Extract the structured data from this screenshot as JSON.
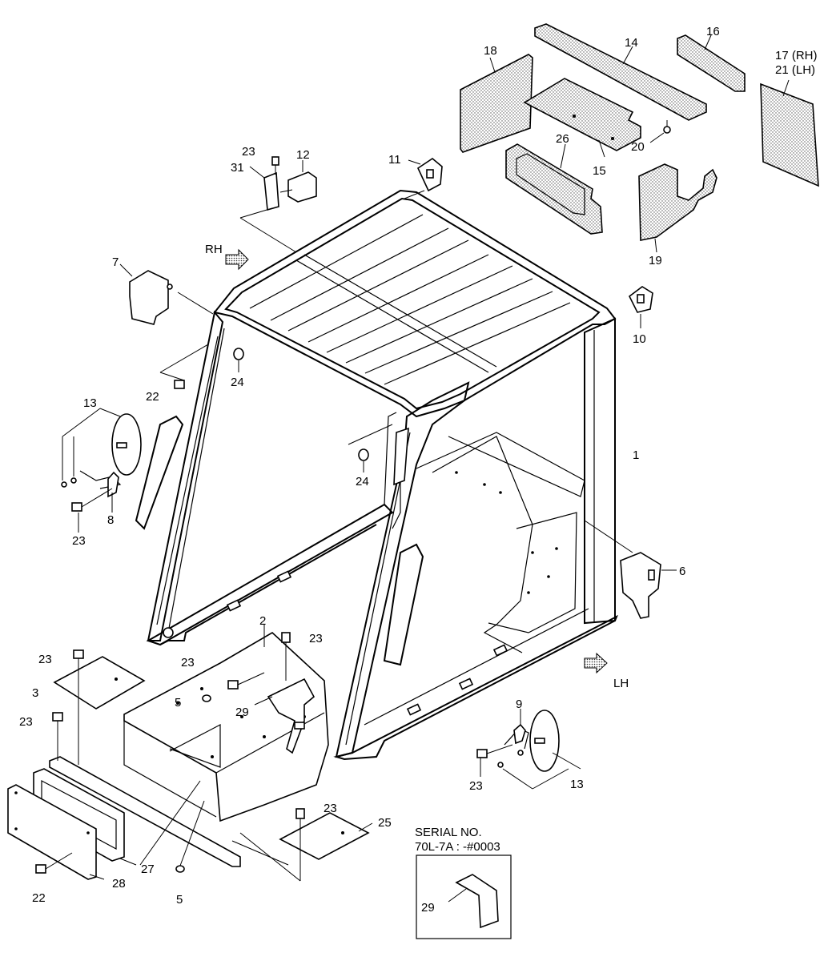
{
  "labels": {
    "p1": "1",
    "p2": "2",
    "p3": "3",
    "p5a": "5",
    "p5b": "5",
    "p6": "6",
    "p7": "7",
    "p8": "8",
    "p9": "9",
    "p10": "10",
    "p11": "11",
    "p12": "12",
    "p13a": "13",
    "p13b": "13",
    "p14": "14",
    "p15": "15",
    "p16": "16",
    "p17": "17 (RH)",
    "p21": "21 (LH)",
    "p18": "18",
    "p19": "19",
    "p20": "20",
    "p22a": "22",
    "p22b": "22",
    "p23a": "23",
    "p23b": "23",
    "p23c": "23",
    "p23d": "23",
    "p23e": "23",
    "p23f": "23",
    "p23g": "23",
    "p23h": "23",
    "p24a": "24",
    "p24b": "24",
    "p25": "25",
    "p26": "26",
    "p27": "27",
    "p28": "28",
    "p29a": "29",
    "p29b": "29",
    "p31": "31"
  },
  "direction": {
    "rh": "RH",
    "lh": "LH"
  },
  "serial": {
    "title": "SERIAL NO.",
    "range": "70L-7A : -#0003"
  }
}
